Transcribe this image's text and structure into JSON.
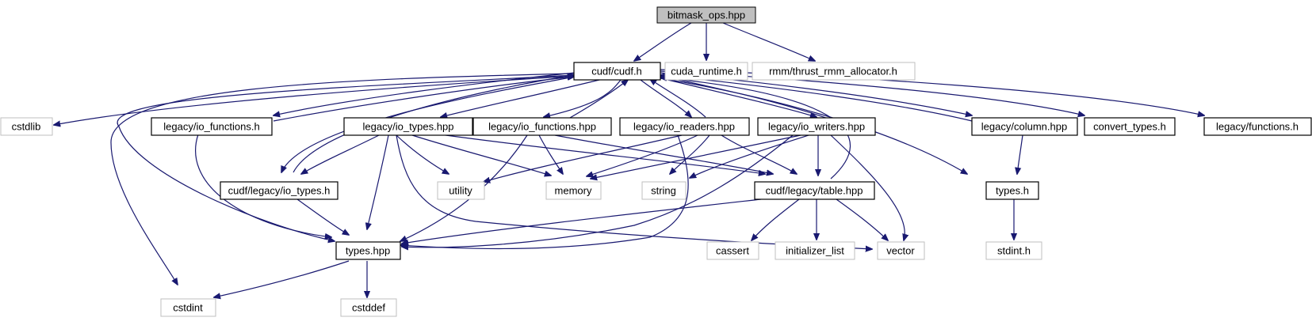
{
  "colors": {
    "edge": "#191970",
    "root_fill": "#bfbfbf",
    "external_border": "#bfbfbf",
    "node_border": "#000000"
  },
  "nodes": {
    "root": "bitmask_ops.hpp",
    "cudf_h": "cudf/cudf.h",
    "cuda_runtime": "cuda_runtime.h",
    "thrust_alloc": "rmm/thrust_rmm_allocator.h",
    "cstdlib": "cstdlib",
    "io_functions_h": "legacy/io_functions.h",
    "io_types_hpp": "legacy/io_types.hpp",
    "io_functions_hpp": "legacy/io_functions.hpp",
    "io_readers_hpp": "legacy/io_readers.hpp",
    "io_writers_hpp": "legacy/io_writers.hpp",
    "column_hpp": "legacy/column.hpp",
    "convert_types": "convert_types.h",
    "functions_h": "legacy/functions.h",
    "io_types_h": "cudf/legacy/io_types.h",
    "utility": "utility",
    "memory": "memory",
    "string": "string",
    "table_hpp": "cudf/legacy/table.hpp",
    "types_h": "types.h",
    "types_hpp": "types.hpp",
    "cassert": "cassert",
    "initializer_list": "initializer_list",
    "vector": "vector",
    "stdint_h": "stdint.h",
    "cstdint": "cstdint",
    "cstddef": "cstddef"
  }
}
